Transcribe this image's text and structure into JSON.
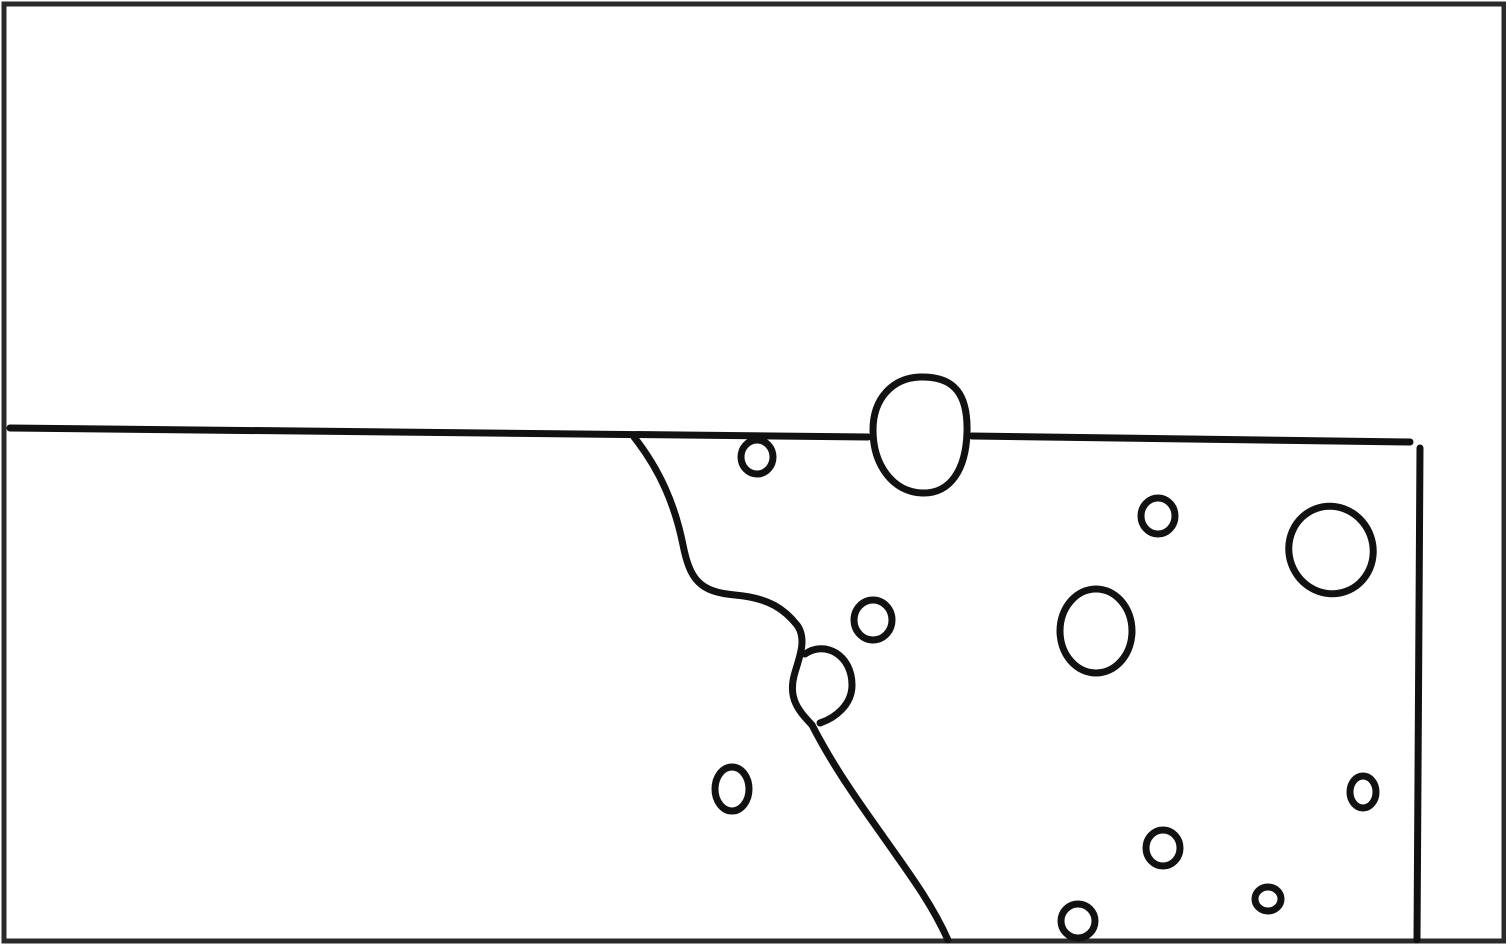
{
  "drawing": {
    "background_color": "#ffffff",
    "stroke_color": "#111111",
    "frame_color": "#2a2a2a",
    "icons": {
      "horizon": "horizontal-line",
      "wall": "vertical-line",
      "crack": "wavy-line",
      "bubbles": "circle"
    }
  }
}
